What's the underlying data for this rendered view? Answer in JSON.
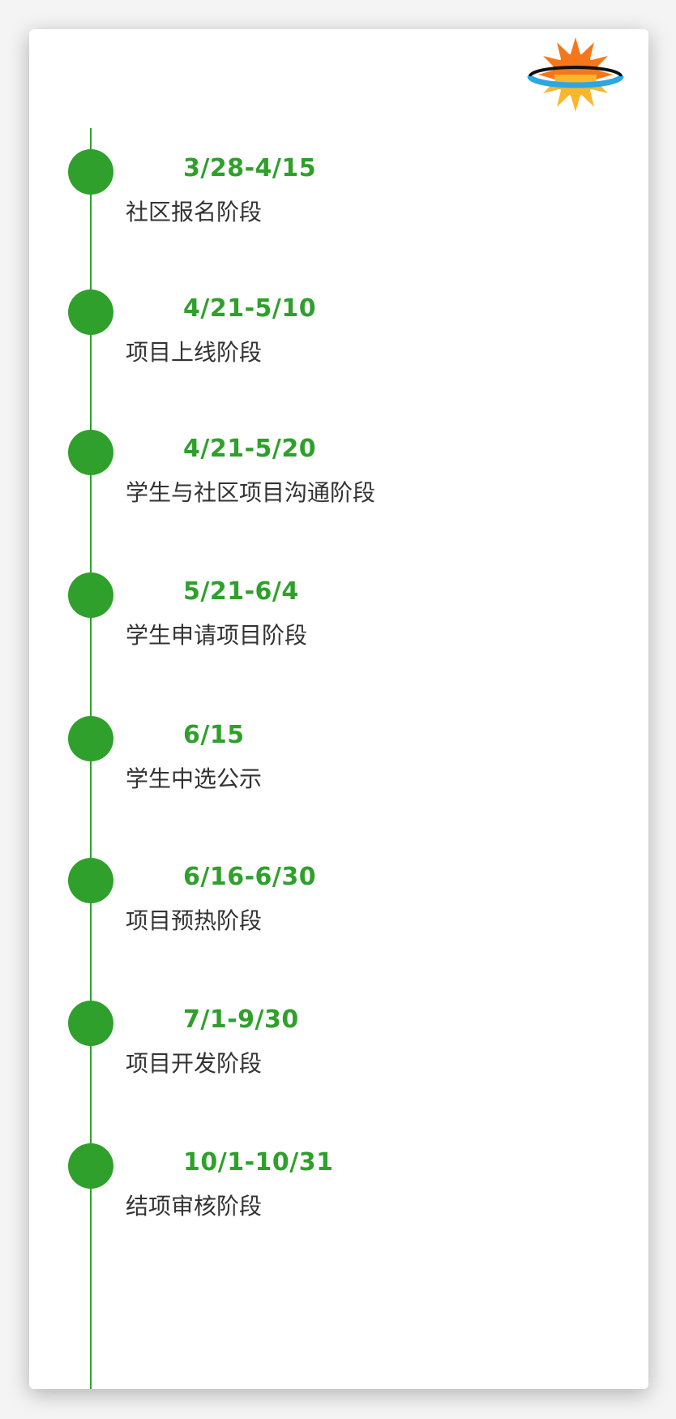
{
  "logo": {
    "icon": "sun-logo-icon"
  },
  "colors": {
    "accent": "#2ea02b",
    "text": "#333333",
    "logo_orange": "#f7761a",
    "logo_yellow": "#fbb72c",
    "logo_ring_blue": "#2aa7e4"
  },
  "timeline": [
    {
      "date": "3/28-4/15",
      "label": "社区报名阶段"
    },
    {
      "date": "4/21-5/10",
      "label": "项目上线阶段"
    },
    {
      "date": "4/21-5/20",
      "label": "学生与社区项目沟通阶段"
    },
    {
      "date": "5/21-6/4",
      "label": "学生申请项目阶段"
    },
    {
      "date": "6/15",
      "label": "学生中选公示"
    },
    {
      "date": "6/16-6/30",
      "label": "项目预热阶段"
    },
    {
      "date": "7/1-9/30",
      "label": "项目开发阶段"
    },
    {
      "date": "10/1-10/31",
      "label": "结项审核阶段"
    }
  ]
}
